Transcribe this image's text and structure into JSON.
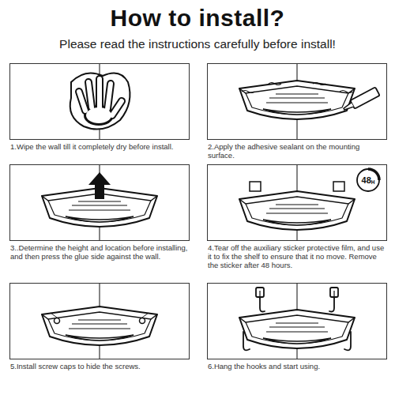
{
  "diagram": {
    "title": "How to install?",
    "nodes": [
      {
        "text": [
          "1.Wipe the wall till it completely dry before install."
        ]
      },
      {
        "text": [
          "2.Apply the adhesive sealant on the mounting surface."
        ]
      },
      {
        "text": [
          "3..Determine the height and location before installing, and then press the glue side against the wall."
        ]
      },
      {
        "text": [
          "4.Tear off the auxiliary sticker protective film, and use it to fix the shelf to ensure that it no move. Remove the sticker after 48 hours."
        ]
      },
      {
        "text": [
          "5.Install screw caps to hide the screws."
        ]
      },
      {
        "text": [
          "6.Hang the hooks and start using."
        ]
      }
    ],
    "labels": [
      "Please read the instructions carefully before install!",
      "48",
      "H"
    ]
  }
}
